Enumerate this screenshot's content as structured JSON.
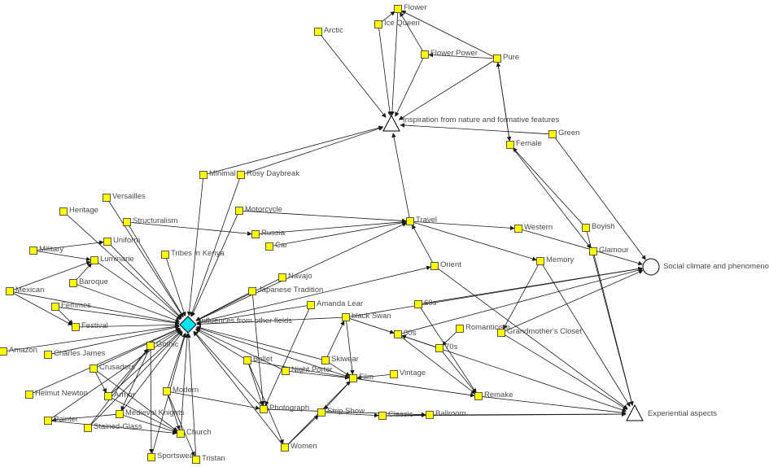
{
  "colors": {
    "node_fill": "#ffff00",
    "node_stroke": "#333333",
    "hub_diamond": "#00e5ee",
    "edge": "#1a1a1a",
    "label": "#4a4a4a"
  },
  "hubs": [
    {
      "id": "influences",
      "shape": "diamond-icon",
      "label": "Influences from other fields"
    },
    {
      "id": "inspiration",
      "shape": "triangle-icon",
      "label": "Inspiration from nature and formative features"
    },
    {
      "id": "experiential",
      "shape": "triangle-icon",
      "label": "Experiential aspects"
    },
    {
      "id": "social",
      "shape": "circle-icon",
      "label": "Social climate and phenomenon"
    }
  ],
  "nodes": [
    {
      "id": "flower",
      "label": "Flower"
    },
    {
      "id": "icequeen",
      "label": "Ice Queen"
    },
    {
      "id": "arctic",
      "label": "Arctic"
    },
    {
      "id": "flowerpower",
      "label": "Flower Power"
    },
    {
      "id": "pure",
      "label": "Pure"
    },
    {
      "id": "green",
      "label": "Green"
    },
    {
      "id": "female",
      "label": "Female"
    },
    {
      "id": "minimal",
      "label": "Minimal"
    },
    {
      "id": "rosy",
      "label": "Rosy Daybreak"
    },
    {
      "id": "versailles",
      "label": "Versailles"
    },
    {
      "id": "heritage",
      "label": "Heritage"
    },
    {
      "id": "structuralism",
      "label": "Structuralism"
    },
    {
      "id": "motorcycle",
      "label": "Motorcycle"
    },
    {
      "id": "russia",
      "label": "Russia"
    },
    {
      "id": "car",
      "label": "Car"
    },
    {
      "id": "travel",
      "label": "Travel"
    },
    {
      "id": "western",
      "label": "Western"
    },
    {
      "id": "boyish",
      "label": "Boyish"
    },
    {
      "id": "glamour",
      "label": "Glamour"
    },
    {
      "id": "military",
      "label": "Military"
    },
    {
      "id": "uniform",
      "label": "Uniform"
    },
    {
      "id": "tribes",
      "label": "Tribes in Kenya"
    },
    {
      "id": "luminarie",
      "label": "Luminarie"
    },
    {
      "id": "memory",
      "label": "Memory"
    },
    {
      "id": "navajo",
      "label": "Navajo"
    },
    {
      "id": "orient",
      "label": "Orient"
    },
    {
      "id": "baroque",
      "label": "Baroque"
    },
    {
      "id": "mexican",
      "label": "Mexican"
    },
    {
      "id": "japanese",
      "label": "Japanese Tradition"
    },
    {
      "id": "femmes",
      "label": "Femmes"
    },
    {
      "id": "amanda",
      "label": "Amanda Lear"
    },
    {
      "id": "sixties",
      "label": "60s"
    },
    {
      "id": "blackswan",
      "label": "black Swan"
    },
    {
      "id": "festival",
      "label": "Festival"
    },
    {
      "id": "romanticism",
      "label": "Romanticism"
    },
    {
      "id": "grandmother",
      "label": "Grandmother's Closet"
    },
    {
      "id": "eighties",
      "label": "80s"
    },
    {
      "id": "seventies",
      "label": "70s"
    },
    {
      "id": "amazon",
      "label": "Amazon"
    },
    {
      "id": "charlesjames",
      "label": "Charles James"
    },
    {
      "id": "gothic",
      "label": "Gothic"
    },
    {
      "id": "ballet",
      "label": "Ballet"
    },
    {
      "id": "skiwear",
      "label": "Skiwear"
    },
    {
      "id": "nightporter",
      "label": "Night Porter"
    },
    {
      "id": "vintage",
      "label": "Vintage"
    },
    {
      "id": "film",
      "label": "Film"
    },
    {
      "id": "crusaders",
      "label": "Crusaders"
    },
    {
      "id": "helmut",
      "label": "Helmut Newton"
    },
    {
      "id": "armor",
      "label": "Armor"
    },
    {
      "id": "modern",
      "label": "Modern"
    },
    {
      "id": "remake",
      "label": "Remake"
    },
    {
      "id": "photograph",
      "label": "Photograph"
    },
    {
      "id": "medieval",
      "label": "Medieval Knights"
    },
    {
      "id": "stripshow",
      "label": "Strip Show"
    },
    {
      "id": "classic",
      "label": "Classic"
    },
    {
      "id": "ballroom",
      "label": "Ballroom"
    },
    {
      "id": "painter",
      "label": "Painter"
    },
    {
      "id": "stainedglass",
      "label": "Stained-Glass"
    },
    {
      "id": "church",
      "label": "Church"
    },
    {
      "id": "women",
      "label": "Women"
    },
    {
      "id": "sportswear",
      "label": "Sportswear"
    },
    {
      "id": "tristan",
      "label": "Tristan"
    }
  ],
  "edges": [
    [
      "flower",
      "inspiration"
    ],
    [
      "icequeen",
      "inspiration"
    ],
    [
      "arctic",
      "inspiration"
    ],
    [
      "flowerpower",
      "inspiration"
    ],
    [
      "pure",
      "inspiration"
    ],
    [
      "green",
      "inspiration"
    ],
    [
      "travel",
      "inspiration"
    ],
    [
      "minimal",
      "inspiration"
    ],
    [
      "rosy",
      "inspiration"
    ],
    [
      "icequeen",
      "flower"
    ],
    [
      "flowerpower",
      "flower"
    ],
    [
      "pure",
      "flower"
    ],
    [
      "pure",
      "flowerpower"
    ],
    [
      "female",
      "pure"
    ],
    [
      "pure",
      "female"
    ],
    [
      "green",
      "social"
    ],
    [
      "female",
      "glamour"
    ],
    [
      "boyish",
      "female"
    ],
    [
      "glamour",
      "experiential"
    ],
    [
      "boyish",
      "experiential"
    ],
    [
      "minimal",
      "influences"
    ],
    [
      "rosy",
      "influences"
    ],
    [
      "versailles",
      "influences"
    ],
    [
      "heritage",
      "influences"
    ],
    [
      "structuralism",
      "influences"
    ],
    [
      "motorcycle",
      "influences"
    ],
    [
      "tribes",
      "influences"
    ],
    [
      "uniform",
      "influences"
    ],
    [
      "military",
      "uniform"
    ],
    [
      "luminarie",
      "influences"
    ],
    [
      "military",
      "luminarie"
    ],
    [
      "baroque",
      "luminarie"
    ],
    [
      "mexican",
      "luminarie"
    ],
    [
      "mexican",
      "influences"
    ],
    [
      "femmes",
      "influences"
    ],
    [
      "femmes",
      "festival"
    ],
    [
      "mexican",
      "festival"
    ],
    [
      "festival",
      "influences"
    ],
    [
      "amazon",
      "influences"
    ],
    [
      "charlesjames",
      "influences"
    ],
    [
      "gothic",
      "influences"
    ],
    [
      "crusaders",
      "influences"
    ],
    [
      "helmut",
      "influences"
    ],
    [
      "armor",
      "influences"
    ],
    [
      "modern",
      "influences"
    ],
    [
      "medieval",
      "influences"
    ],
    [
      "painter",
      "influences"
    ],
    [
      "stainedglass",
      "influences"
    ],
    [
      "church",
      "influences"
    ],
    [
      "sportswear",
      "influences"
    ],
    [
      "tristan",
      "influences"
    ],
    [
      "japanese",
      "influences"
    ],
    [
      "navajo",
      "influences"
    ],
    [
      "amanda",
      "influences"
    ],
    [
      "blackswan",
      "influences"
    ],
    [
      "ballet",
      "influences"
    ],
    [
      "nightporter",
      "influences"
    ],
    [
      "skiwear",
      "influences"
    ],
    [
      "film",
      "influences"
    ],
    [
      "photograph",
      "influences"
    ],
    [
      "women",
      "influences"
    ],
    [
      "baroque",
      "influences"
    ],
    [
      "influences",
      "orient"
    ],
    [
      "influences",
      "travel"
    ],
    [
      "structuralism",
      "russia"
    ],
    [
      "motorcycle",
      "travel"
    ],
    [
      "russia",
      "travel"
    ],
    [
      "car",
      "travel"
    ],
    [
      "travel",
      "western"
    ],
    [
      "travel",
      "memory"
    ],
    [
      "orient",
      "travel"
    ],
    [
      "orient",
      "experiential"
    ],
    [
      "memory",
      "grandmother"
    ],
    [
      "memory",
      "experiential"
    ],
    [
      "western",
      "social"
    ],
    [
      "sixties",
      "social"
    ],
    [
      "blackswan",
      "social"
    ],
    [
      "grandmother",
      "social"
    ],
    [
      "eighties",
      "social"
    ],
    [
      "sixties",
      "remake"
    ],
    [
      "blackswan",
      "eighties"
    ],
    [
      "eighties",
      "remake"
    ],
    [
      "seventies",
      "eighties"
    ],
    [
      "romanticism",
      "seventies"
    ],
    [
      "seventies",
      "remake"
    ],
    [
      "remake",
      "experiential"
    ],
    [
      "eighties",
      "experiential"
    ],
    [
      "grandmother",
      "experiential"
    ],
    [
      "ballroom",
      "experiential"
    ],
    [
      "classic",
      "experiential"
    ],
    [
      "film",
      "remake"
    ],
    [
      "film",
      "stripshow"
    ],
    [
      "vintage",
      "film"
    ],
    [
      "skiwear",
      "film"
    ],
    [
      "ballet",
      "film"
    ],
    [
      "nightporter",
      "film"
    ],
    [
      "skiwear",
      "blackswan"
    ],
    [
      "blackswan",
      "film"
    ],
    [
      "amanda",
      "photograph"
    ],
    [
      "ballet",
      "photograph"
    ],
    [
      "modern",
      "photograph"
    ],
    [
      "photograph",
      "ballroom"
    ],
    [
      "stripshow",
      "classic"
    ],
    [
      "classic",
      "ballroom"
    ],
    [
      "women",
      "stripshow"
    ],
    [
      "women",
      "film"
    ],
    [
      "ballet",
      "women"
    ],
    [
      "japanese",
      "photograph"
    ],
    [
      "crusaders",
      "armor"
    ],
    [
      "armor",
      "gothic"
    ],
    [
      "crusaders",
      "church"
    ],
    [
      "armor",
      "church"
    ],
    [
      "gothic",
      "medieval"
    ],
    [
      "modern",
      "church"
    ],
    [
      "medieval",
      "church"
    ],
    [
      "painter",
      "church"
    ],
    [
      "stainedglass",
      "gothic"
    ],
    [
      "modern",
      "tristan"
    ],
    [
      "gothic",
      "sportswear"
    ],
    [
      "medieval",
      "painter"
    ]
  ]
}
